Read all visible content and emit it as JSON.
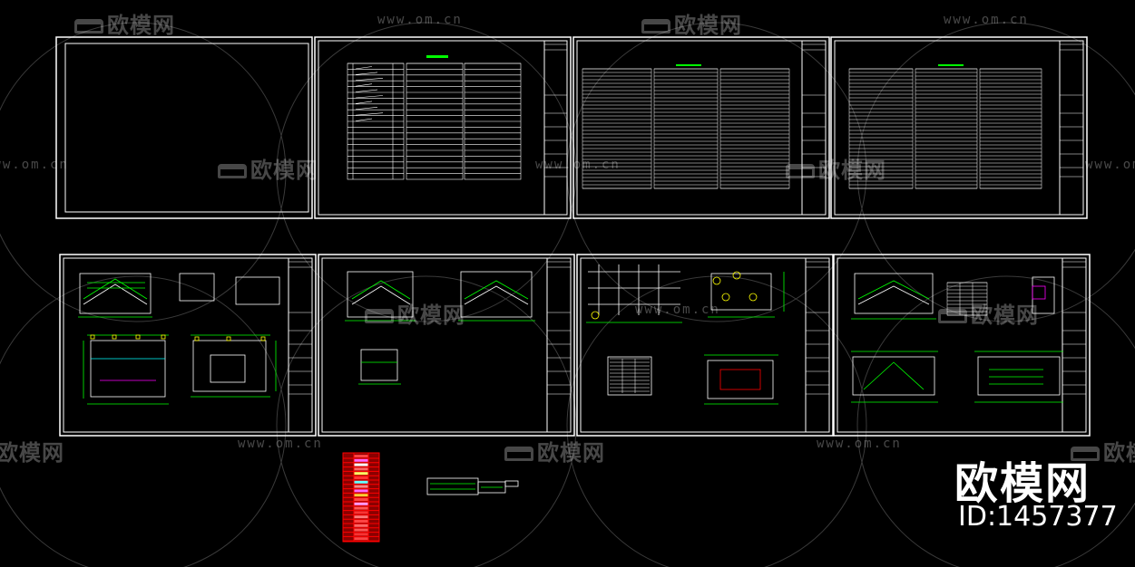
{
  "brand": {
    "title": "欧模网",
    "id_label": "ID:1457377"
  },
  "watermark": {
    "cn": "欧模网",
    "url": "www.om.cn"
  },
  "colors": {
    "background": "#000000",
    "frame": "#ffffff",
    "dimension": "#00ff00",
    "marker": "#ffff00",
    "red_block": "#ff0000",
    "accent": "#ff00ff"
  }
}
